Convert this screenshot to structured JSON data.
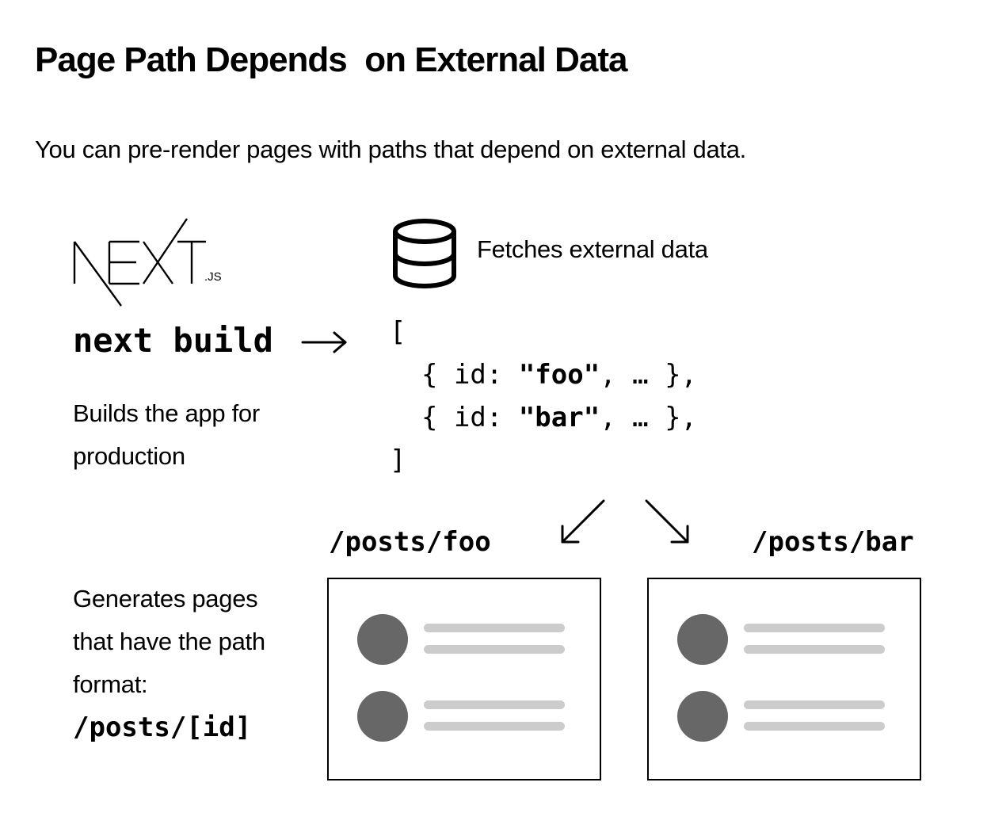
{
  "title": "Page Path Depends  on External Data",
  "subtitle": "You can pre-render pages with paths that depend on external data.",
  "logo": {
    "text": "NEXT",
    "suffix": ".JS",
    "icon": "nextjs-logo"
  },
  "build": {
    "command": "next build",
    "caption_line1": "Builds the app for",
    "caption_line2": "production"
  },
  "fetch": {
    "label": "Fetches external data",
    "icon": "database-icon"
  },
  "json": {
    "open": "[",
    "item1": {
      "prefix": "{ id: ",
      "id": "\"foo\"",
      "suffix": ", … },"
    },
    "item2": {
      "prefix": "{ id: ",
      "id": "\"bar\"",
      "suffix": ", … },"
    },
    "close": "]"
  },
  "paths": {
    "foo": "/posts/foo",
    "bar": "/posts/bar"
  },
  "generates": {
    "line1": "Generates pages",
    "line2": "that have the path",
    "line3": "format:",
    "format": "/posts/[id]"
  },
  "colors": {
    "avatar": "#676767",
    "placeholder_line": "#cccccc",
    "text": "#000000"
  }
}
